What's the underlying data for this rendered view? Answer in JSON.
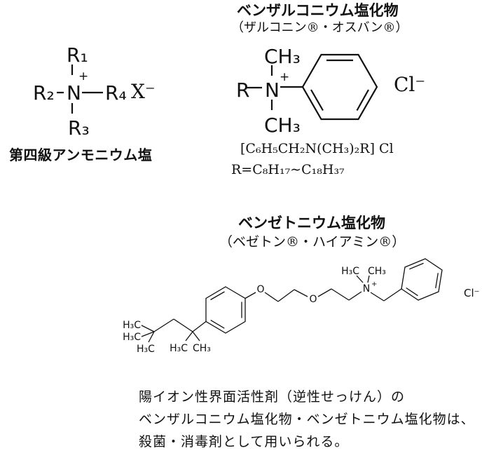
{
  "s1": {
    "label": "第四級アンモニウム塩",
    "r1": "R₁",
    "r2": "R₂",
    "r3": "R₃",
    "r4": "R₄",
    "n": "N",
    "plus": "+",
    "counterion": "X⁻"
  },
  "s2": {
    "title": "ベンザルコニウム塩化物",
    "subtitle": "（ザルコニン®・オスバン®）",
    "r": "R",
    "n": "N",
    "plus": "+",
    "ch3_top": "CH₃",
    "ch3_bottom": "CH₃",
    "counterion": "Cl⁻",
    "formula1": "[C₆H₅CH₂N(CH₃)₂R] Cl",
    "formula2": "R=C₈H₁₇∼C₁₈H₃₇"
  },
  "s3": {
    "title": "ベンゼトニウム塩化物",
    "subtitle": "（ベゼトン®・ハイアミン®）",
    "h3c_a": "H₃C",
    "h3c_b": "H₃C",
    "h3c_c": "H₃C",
    "h3c_d": "H₃C",
    "ch3_e": "CH₃",
    "o1": "O",
    "o2": "O",
    "h3c_n": "H₃C",
    "ch3_n": "CH₃",
    "n": "N",
    "plus": "+",
    "counterion": "Cl⁻"
  },
  "caption": {
    "line1": "陽イオン性界面活性剤（逆性せっけん）の",
    "line2": "ベンザルコニウム塩化物・ベンゼトニウム塩化物は、",
    "line3": "殺菌・消毒剤として用いられる。"
  }
}
